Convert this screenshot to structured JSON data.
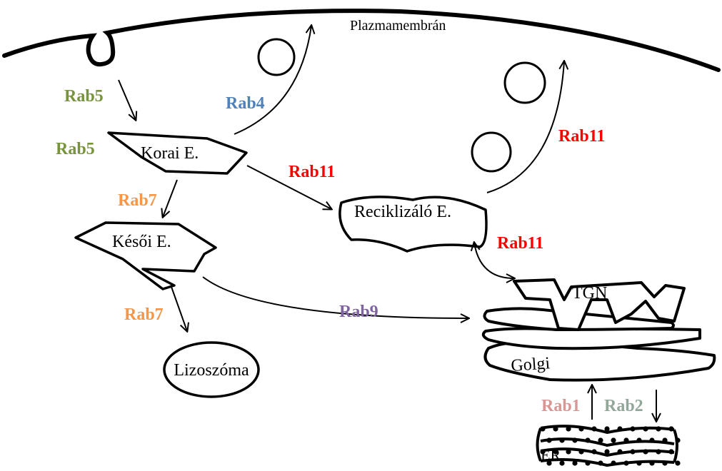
{
  "labels": {
    "plasma_membrane": "Plazmamembrán",
    "early_endosome": "Korai E.",
    "late_endosome": "Késői E.",
    "recycling_endosome": "Reciklizáló E.",
    "lysosome": "Lizoszóma",
    "tgn": "TGN",
    "golgi": "Golgi",
    "er": "ER"
  },
  "rabs": {
    "rab5_top": "Rab5",
    "rab5_side": "Rab5",
    "rab4": "Rab4",
    "rab11_early": "Rab11",
    "rab11_exo": "Rab11",
    "rab11_golgi": "Rab11",
    "rab7_top": "Rab7",
    "rab7_bottom": "Rab7",
    "rab9": "Rab9",
    "rab1": "Rab1",
    "rab2": "Rab2"
  },
  "colors": {
    "rab5": "#77933c",
    "rab4": "#4f81bd",
    "rab11": "#ff0000",
    "rab7": "#f79646",
    "rab9": "#8064a2",
    "rab1": "#d99694",
    "rab2": "#93a69a"
  }
}
